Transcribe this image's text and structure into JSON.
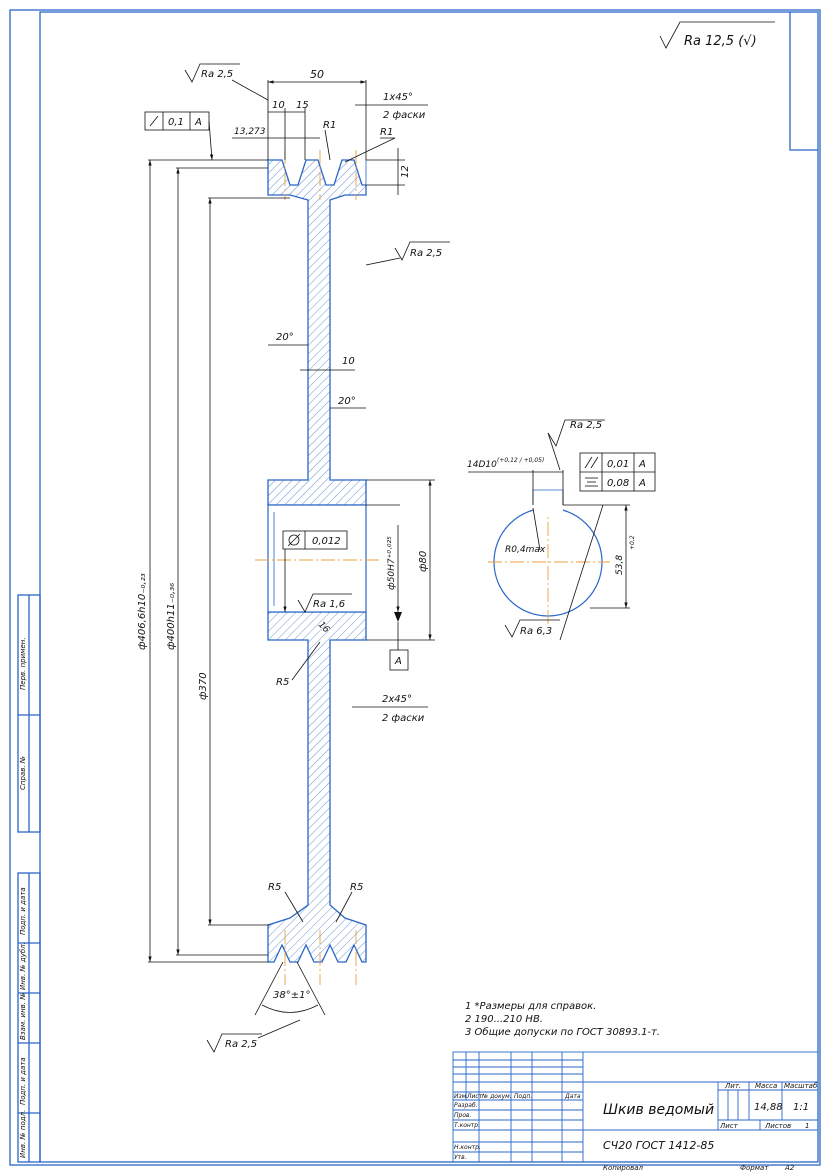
{
  "colors": {
    "frame": "#2a66c8",
    "centerline": "#e8a040",
    "text": "#111111"
  },
  "roughness_general": "Ra 12,5 (√)",
  "dims": {
    "width_total": "50",
    "groove_pitch_a": "10",
    "groove_pitch_b": "15",
    "groove_offset": "13,273",
    "radius_r1_a": "R1",
    "radius_r1_b": "R1",
    "chamfer_top": "1x45°",
    "chamfer_top_note": "2 фаски",
    "groove_depth": "12",
    "rough_top": "Ra 2,5",
    "rough_side": "Ra 2,5",
    "rough_bottom": "Ra 2,5",
    "rough_bore": "Ra 1,6",
    "rough_keyway": "Ra 2,5",
    "rough_keyway_bottom": "Ra 6,3",
    "angle_a": "20°",
    "angle_b": "20°",
    "web_thickness": "10",
    "dia_outer": "ф406,6h10₋₀,₂₃",
    "dia_calc": "ф400h11₋₀,₃₆",
    "dia_inner": "ф370",
    "dia_bore": "ф50H7⁺⁰·⁰²⁵",
    "dia_hub": "ф80",
    "radius_hub": "R5",
    "radius_web_left": "R5",
    "radius_web_right": "R5",
    "hub_side": "16",
    "chamfer_bottom": "2x45°",
    "chamfer_bottom_note": "2 фаски",
    "groove_angle": "38°±1°",
    "keyway_width": "14D10",
    "keyway_tol": "(+0,12 / +0,05)",
    "key_radius": "R0,4max",
    "key_depth": "53,8",
    "key_depth_tol": "+0,2"
  },
  "tolerances": {
    "runout_value": "0,1",
    "runout_base": "A",
    "cyl_value": "0,012",
    "parallel_value": "0,01",
    "parallel_base": "A",
    "symmetry_value": "0,08",
    "symmetry_base": "A",
    "datum": "A"
  },
  "notes": [
    "1  *Размеры для справок.",
    "2  190...210 HB.",
    "3  Общие допуски по ГОСТ 30893.1-т."
  ],
  "title_block": {
    "name": "Шкив ведомый",
    "material": "СЧ20 ГОСТ 1412-85",
    "lit_label": "Лит.",
    "mass_label": "Масса",
    "scale_label": "Масштаб",
    "mass": "14,88",
    "scale": "1:1",
    "sheet_label": "Лист",
    "sheets_label": "Листов",
    "sheets": "1",
    "copied": "Копировал",
    "format": "Формат",
    "format_value": "А2",
    "cols": [
      "Изм.",
      "Лист",
      "№ докум.",
      "Подп.",
      "Дата"
    ],
    "rows": [
      "Разраб.",
      "Пров.",
      "Т.контр.",
      "Н.контр.",
      "Утв."
    ]
  },
  "side_strip": [
    "Перв. примен.",
    "Справ. №",
    "Подп. и дата",
    "Инв. № дубл.",
    "Взам. инв. №",
    "Подп. и дата",
    "Инв. № подл."
  ]
}
